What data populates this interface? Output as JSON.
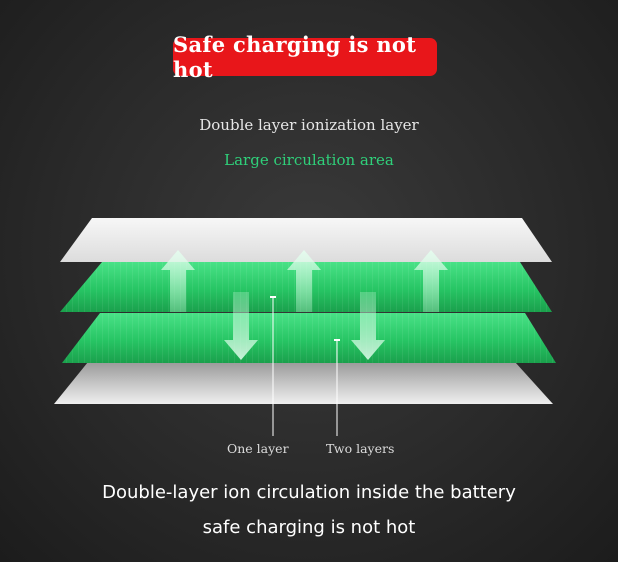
{
  "badge": {
    "text": "Safe charging is not hot",
    "color": "#e8161a"
  },
  "subtitle": {
    "line1": "Double layer ionization layer",
    "line2": "Large circulation area",
    "line2_color": "#2fd07a"
  },
  "callouts": {
    "one_layer": "One layer",
    "two_layers": "Two layers"
  },
  "footer": {
    "line1": "Double-layer ion circulation inside the battery",
    "line2": "safe charging is not hot"
  },
  "colors": {
    "background": "#2a2a2a",
    "green_layer": "#27c564",
    "white_layer": "#f2f2f2"
  },
  "icons": {
    "up_arrows": "arrow-up-icon",
    "down_arrows": "arrow-down-icon"
  }
}
